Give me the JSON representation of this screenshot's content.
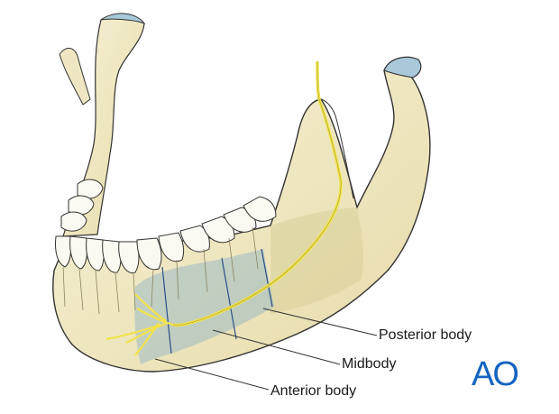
{
  "labels": {
    "posterior": "Posterior body",
    "mid": "Midbody",
    "anterior": "Anterior body"
  },
  "logo": {
    "text": "AO",
    "color": "#1565c0"
  },
  "colors": {
    "bone_fill": "#f2eccb",
    "bone_shade": "#d9cf99",
    "cartilage": "#a9c8d9",
    "nerve": "#f2e34a",
    "region_overlay": "#7aa8c8",
    "region_line": "#2a4f88",
    "outline": "#333333"
  }
}
